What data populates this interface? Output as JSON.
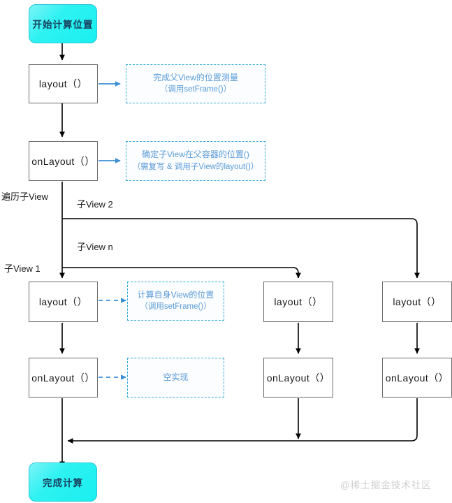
{
  "diagram": {
    "title_watermark": "@稀土掘金技术社区",
    "colors": {
      "terminator_fill": "#2ff2f2",
      "terminator_border": "#29c6d6",
      "terminator_text": "#18405f",
      "note_border": "#35a9d8",
      "note_text": "#5b9bd5",
      "connector_blue": "#3b8fd4",
      "flow_line": "#000000",
      "box_border": "#6b6b6b",
      "watermark": "#cfcfcf"
    },
    "nodes": {
      "start": "开始计算位置",
      "parent_layout": "layout（）",
      "parent_onlayout": "onLayout（）",
      "child1_layout": "layout（）",
      "child1_onlayout": "onLayout（）",
      "child2_layout": "layout（）",
      "child2_onlayout": "onLayout（）",
      "childn_layout": "layout（）",
      "childn_onlayout": "onLayout（）",
      "end": "完成计算"
    },
    "notes": {
      "parent_layout_note": {
        "line1": "完成父View的位置测量",
        "line2": "（调用setFrame()）"
      },
      "parent_onlayout_note": {
        "line1": "确定子View在父容器的位置()",
        "line2": "（需复写 & 调用子View的layout()）"
      },
      "child_layout_note": {
        "line1": "计算自身View的位置",
        "line2": "（调用setFrame()）"
      },
      "child_onlayout_note": {
        "line1": "空实现",
        "line2": ""
      }
    },
    "edge_labels": {
      "traverse": "遍历子View",
      "child2": "子View 2",
      "childn": "子View n",
      "child1": "子View 1"
    }
  }
}
